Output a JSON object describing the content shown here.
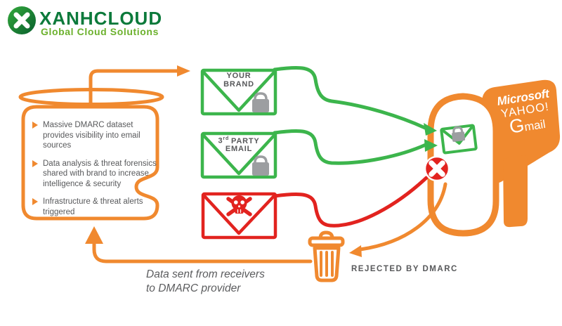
{
  "logo": {
    "brand": "XANHCLOUD",
    "tagline": "Global Cloud Solutions"
  },
  "dmarc_panel": {
    "items": [
      {
        "text": "Massive DMARC dataset provides visibility into email sources"
      },
      {
        "text": "Data analysis & threat forensics shared with brand to increase intelligence & security"
      },
      {
        "text": "Infrastructure & threat alerts triggered"
      }
    ]
  },
  "envelopes": {
    "brand": {
      "line1": "YOUR",
      "line2": "BRAND",
      "icon": "lock-icon"
    },
    "third_party": {
      "num": "3",
      "ordinal": "rd",
      "rest": "PARTY",
      "line2": "EMAIL",
      "icon": "lock-icon"
    },
    "malicious": {
      "icon": "skull-crossbones-icon"
    }
  },
  "mailbox": {
    "providers": [
      "Microsoft",
      "YAHOO!",
      "Gmail"
    ],
    "inbox_icon": "secure-envelope-icon",
    "reject_icon": "reject-x-icon"
  },
  "trash": {
    "label": "REJECTED BY DMARC",
    "icon": "trash-icon"
  },
  "caption": {
    "line1": "Data sent from receivers",
    "line2": "to DMARC provider"
  },
  "colors": {
    "orange": "#F0892F",
    "green": "#3CB54C",
    "red": "#E2231F",
    "text_gray": "#58595B",
    "logo_green": "#0C7A3B",
    "tagline_green": "#6CB12D",
    "lock_gray": "#9C9EA1"
  }
}
